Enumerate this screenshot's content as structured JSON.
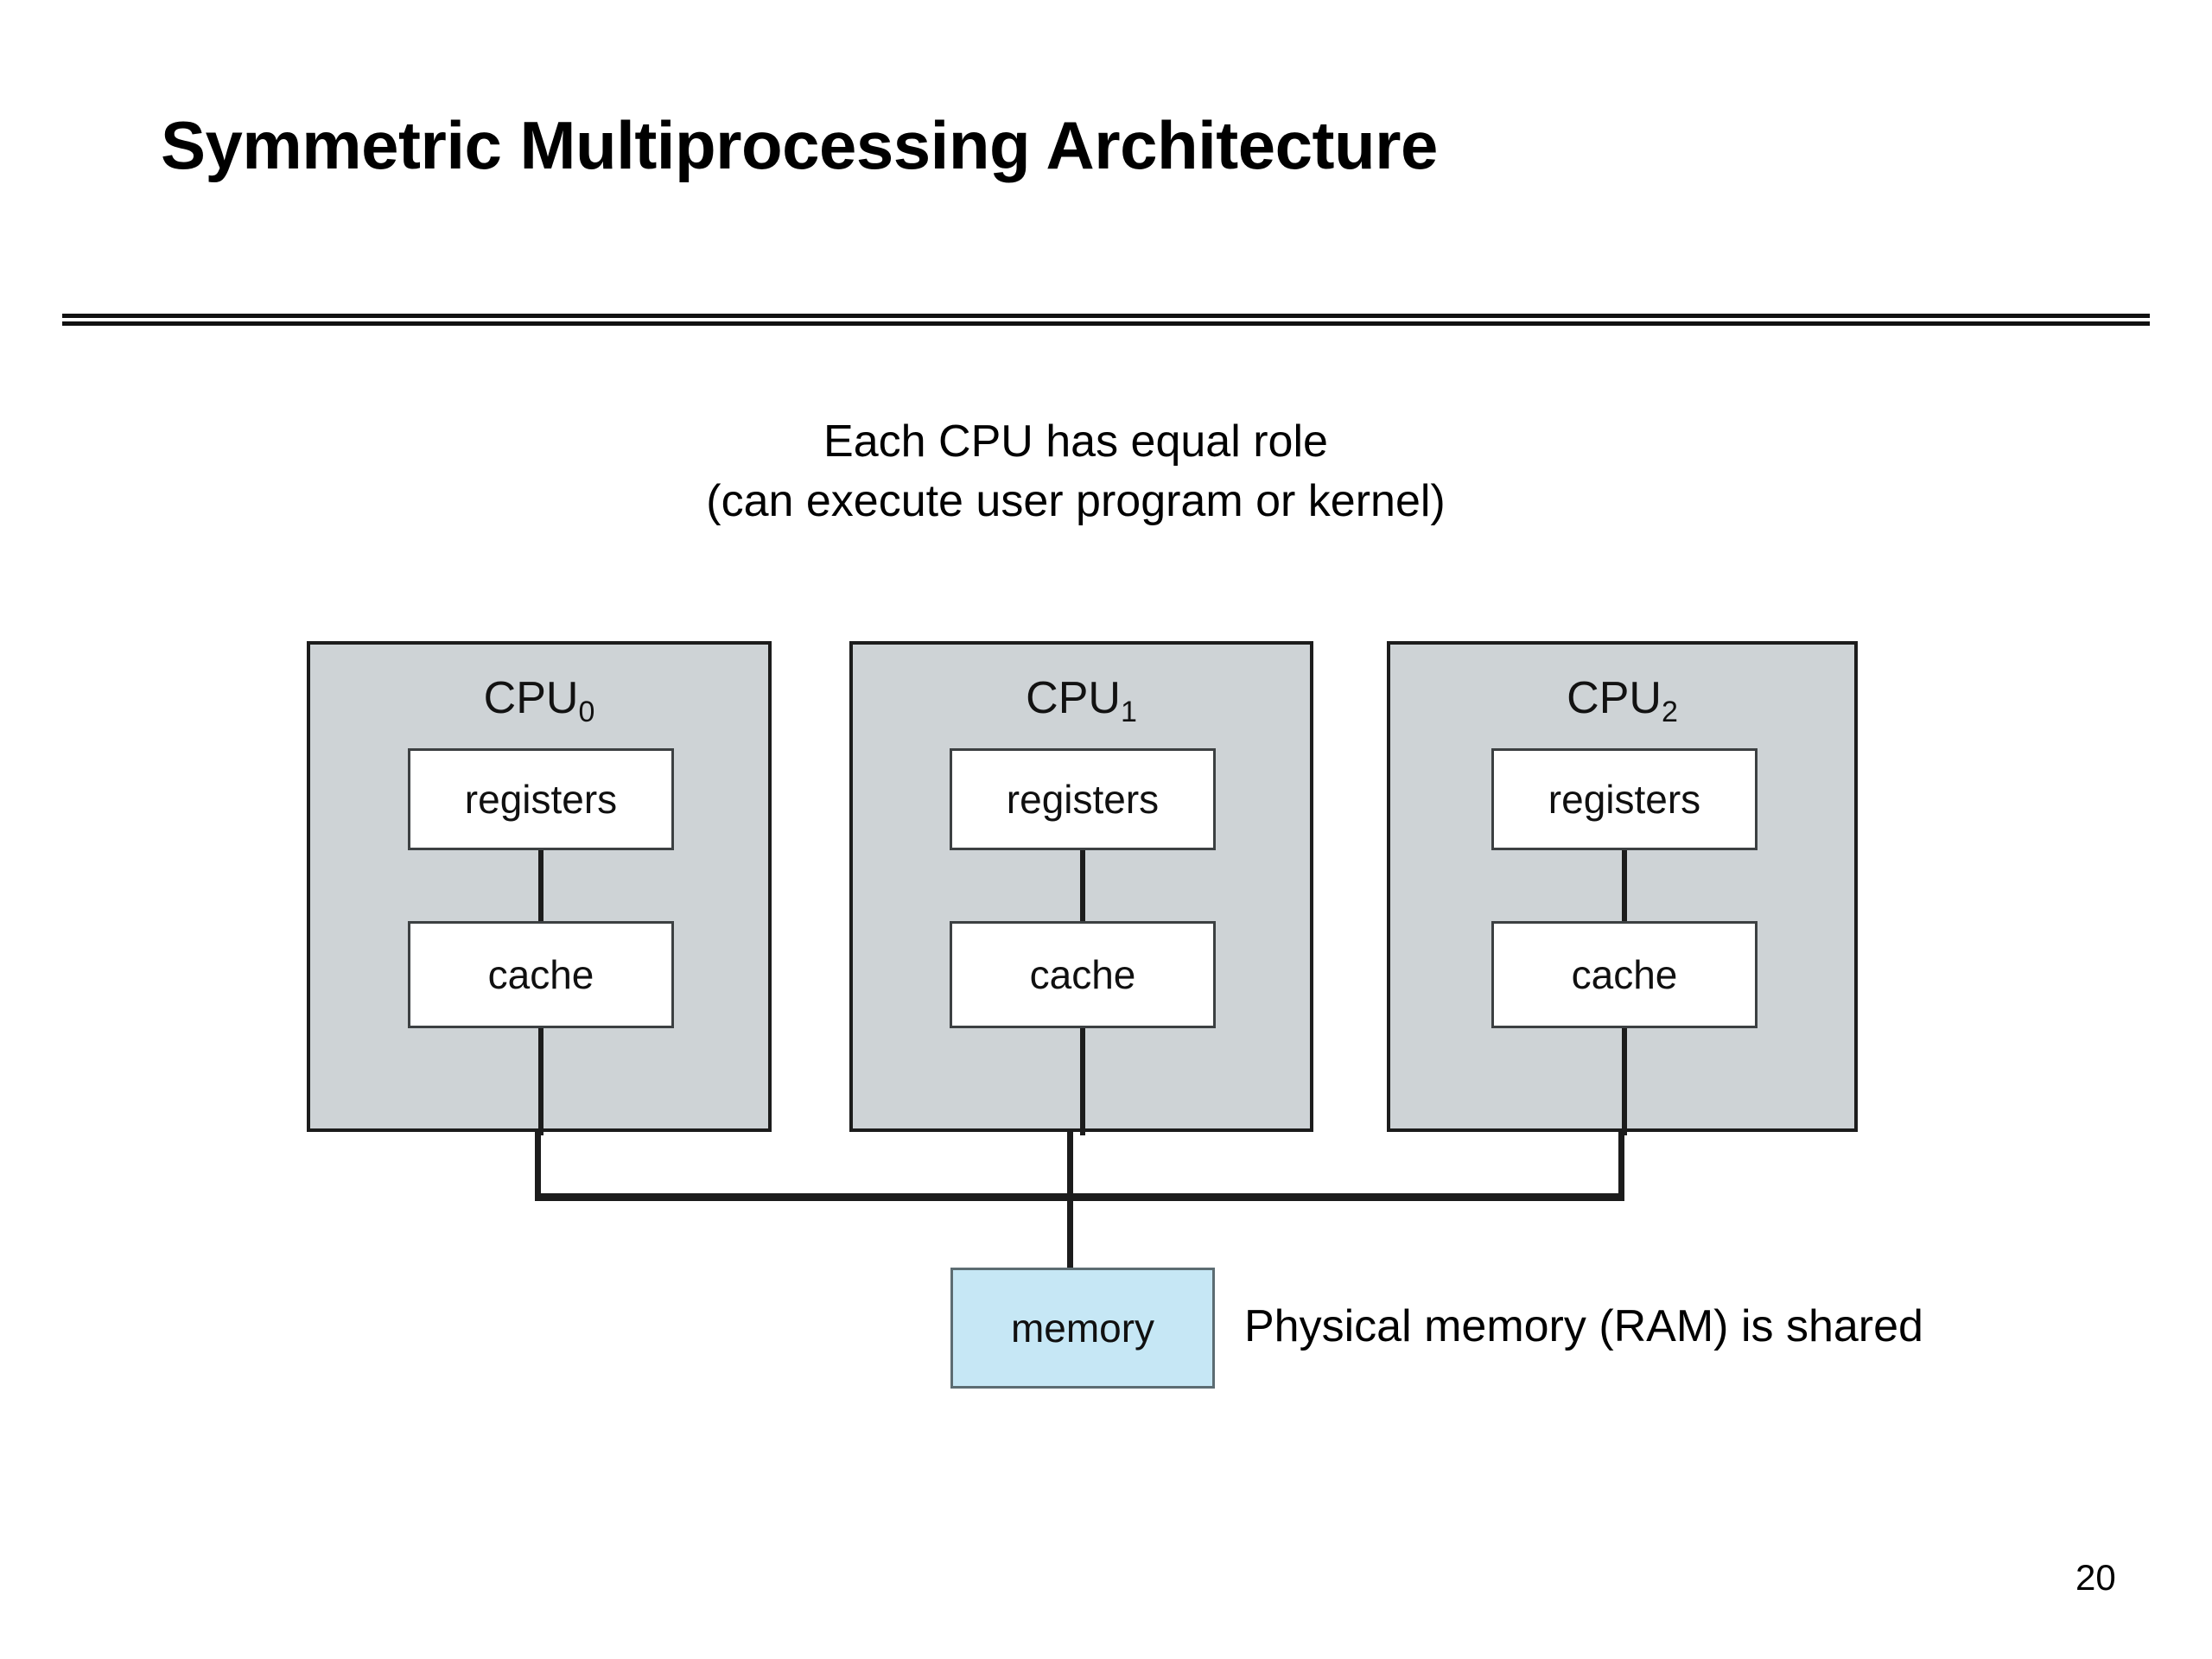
{
  "slide": {
    "title": "Symmetric Multiprocessing Architecture",
    "page_number": "20",
    "subtitle": {
      "line1": "Each CPU has equal role",
      "line2": "(can execute user program or kernel)"
    },
    "note": "Physical memory (RAM) is shared"
  },
  "colors": {
    "cpu_fill": "#ced3d6",
    "cpu_border": "#1c1c1c",
    "inner_fill": "#ffffff",
    "inner_border": "#3c4042",
    "memory_fill": "#c6e7f5",
    "memory_border": "#5c6c72",
    "line": "#1c1c1c",
    "text": "#000000",
    "background": "#ffffff"
  },
  "diagram": {
    "type": "block-diagram",
    "cpus": [
      {
        "label_base": "CPU",
        "label_sub": "0",
        "registers": "registers",
        "cache": "cache"
      },
      {
        "label_base": "CPU",
        "label_sub": "1",
        "registers": "registers",
        "cache": "cache"
      },
      {
        "label_base": "CPU",
        "label_sub": "2",
        "registers": "registers",
        "cache": "cache"
      }
    ],
    "memory": {
      "label": "memory"
    }
  }
}
